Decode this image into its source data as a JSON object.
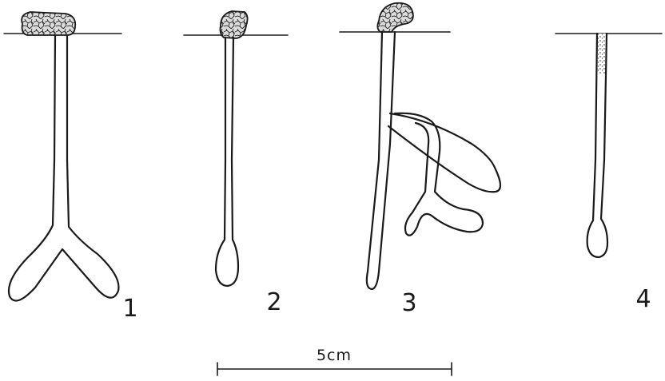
{
  "figure": {
    "specimens": [
      {
        "label": "1"
      },
      {
        "label": "2"
      },
      {
        "label": "3"
      },
      {
        "label": "4"
      }
    ],
    "scale_bar": {
      "label": "5cm"
    }
  }
}
